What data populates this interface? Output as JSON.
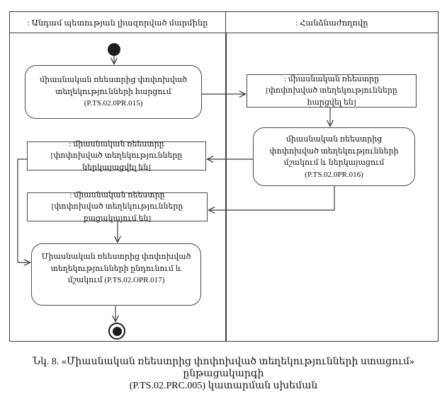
{
  "diagram": {
    "lanes": [
      {
        "label": ": Անդամ պետության լիազորված մարմինը"
      },
      {
        "label": ": Հանձնաժողովը"
      }
    ],
    "nodes": {
      "request_changed_info": {
        "label": "միասնական ռեեստրից փոփոխված տեղեկությունների հարցում (P.TS.02.0PR.015)"
      },
      "registry_requested": {
        "name": ": միասնական ռեեստրը",
        "state": "[փոփոխված տեղեկությունները հարցվել են]"
      },
      "process_and_present": {
        "label": "միասնական ռեեստրից փոփոխված տեղեկությունների մշակում և ներկայացում (P.TS.02.0PR.016)"
      },
      "registry_presented": {
        "name": ": միասնական ռեեստրը",
        "state": "[փոփոխված տեղեկությունները ներկայացվել են]"
      },
      "registry_absent": {
        "name": ": միասնական ռեեստրը",
        "state": "[փոփոխված տեղեկությունները բացակայում են]"
      },
      "receive_and_process": {
        "label": "Միասնական ռեեստրից փոփոխված տեղեկությունների ընդունում և մշակում (P.TS.02.OPR.017)"
      }
    },
    "colors": {
      "line": "#3d3d3d",
      "text": "#111111",
      "background": "#ffffff"
    }
  },
  "caption": {
    "line1": "Նկ. 8. «Միասնական ռեեստրից փոփոխված տեղեկությունների ստացում» ընթացակարգի",
    "line2": "(P.TS.02.PRC.005) կատարման սխեման"
  }
}
